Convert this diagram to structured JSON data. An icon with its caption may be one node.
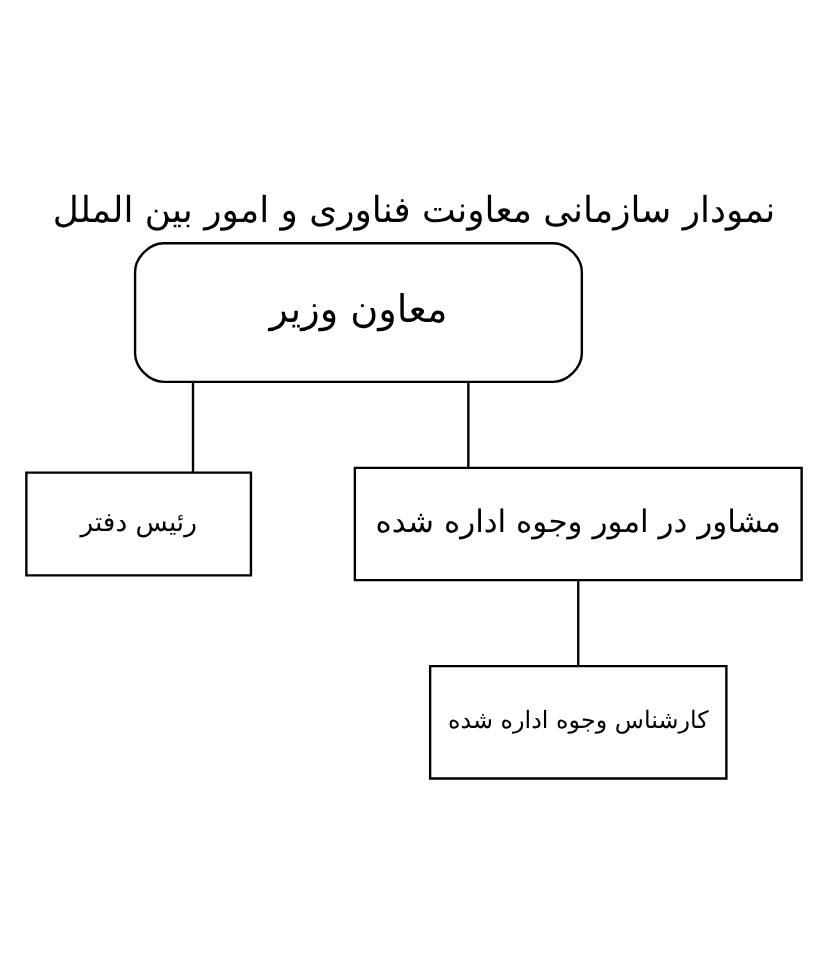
{
  "diagram": {
    "title": "نمودار سازمانی معاونت فناوری و امور بین الملل",
    "nodes": [
      {
        "text": [
          "معاون وزیر"
        ]
      },
      {
        "text": [
          "رئیس دفتر"
        ]
      },
      {
        "text": [
          "مشاور در امور وجوه اداره شده"
        ]
      },
      {
        "text": [
          "کارشناس وجوه اداره شده"
        ]
      }
    ],
    "edges": [
      {
        "from": 0,
        "to": 1,
        "arrow": "none"
      },
      {
        "from": 0,
        "to": 2,
        "arrow": "none"
      },
      {
        "from": 2,
        "to": 3,
        "arrow": "none"
      }
    ]
  }
}
